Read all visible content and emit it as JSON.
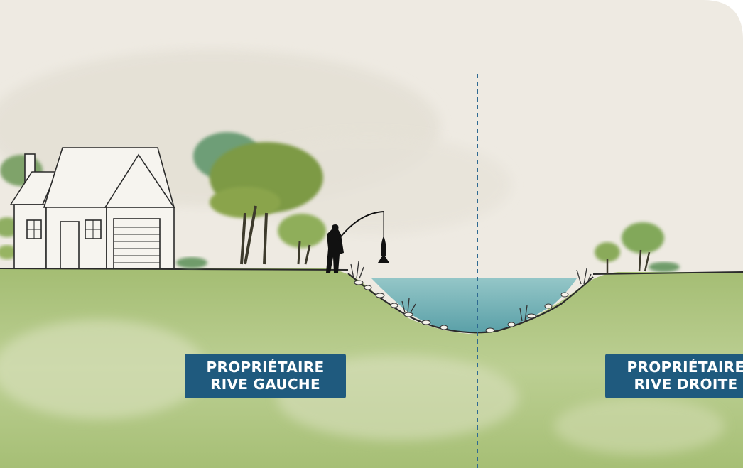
{
  "labels": {
    "left": {
      "line1": "PROPRIÉTAIRE",
      "line2": "RIVE GAUCHE",
      "background": "#1f5a7e"
    },
    "right": {
      "line1": "PROPRIÉTAIRE",
      "line2": "RIVE DROITE",
      "background": "#1f5a7e"
    }
  },
  "colors": {
    "paper": "#eeeae2",
    "grass": "#a9c178",
    "water": "#6fb0b6",
    "divider": "#2f6a92"
  },
  "icons": [
    "house",
    "trees",
    "fisherman",
    "fish",
    "river",
    "divider-line"
  ]
}
